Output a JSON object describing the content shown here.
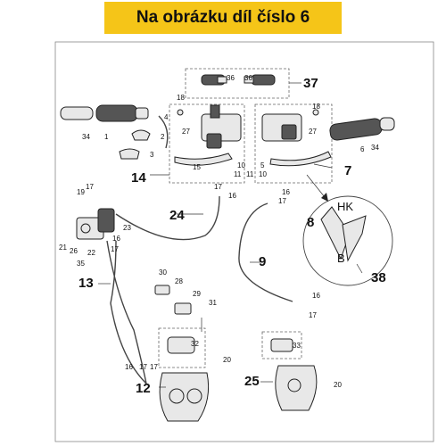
{
  "banner": {
    "text": "Na obrázku díl číslo 6"
  },
  "callouts": {
    "c36a": "36",
    "c36b": "36",
    "c37": "37",
    "c18a": "18",
    "c18b": "18",
    "c4": "4",
    "c34a": "34",
    "c1": "1",
    "c2": "2",
    "c3": "3",
    "c27a": "27",
    "c27b": "27",
    "c6": "6",
    "c34b": "34",
    "c15": "15",
    "c10a": "10",
    "c11a": "11",
    "c14": "14",
    "c5": "5",
    "c10b": "10",
    "c11b": "11",
    "c7": "7",
    "c19": "19",
    "c17a": "17",
    "c17b": "17",
    "c16a": "16",
    "c24": "24",
    "c16b": "16",
    "c17c": "17",
    "c8": "8",
    "cHK": "HK",
    "cB": "B",
    "c38": "38",
    "c21": "21",
    "c26": "26",
    "c22": "22",
    "c35": "35",
    "c23": "23",
    "c16c": "16",
    "c17d": "17",
    "c9": "9",
    "c13": "13",
    "c30": "30",
    "c28": "28",
    "c29": "29",
    "c31": "31",
    "c16d": "16",
    "c17e": "17",
    "c32": "32",
    "c33": "33",
    "c20a": "20",
    "c20b": "20",
    "c16e": "16",
    "c17f": "17",
    "c17g": "17",
    "c12": "12",
    "c25": "25"
  },
  "colors": {
    "banner_bg": "#f5c518",
    "line": "#222222"
  }
}
